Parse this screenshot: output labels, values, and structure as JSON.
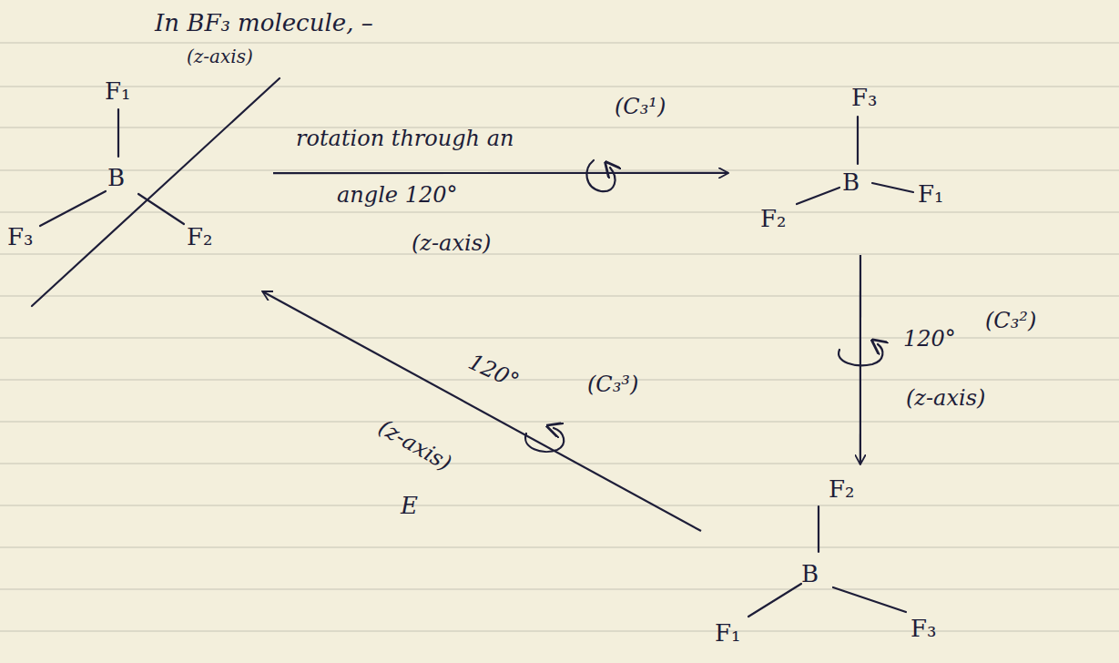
{
  "diagram": {
    "title": "In BF₃ molecule, –",
    "nodes": [
      {
        "text": [
          "F₁",
          "B",
          "F₃",
          "F₂"
        ]
      },
      {
        "text": [
          "F₃",
          "B",
          "F₂",
          "F₁"
        ]
      },
      {
        "text": [
          "F₂",
          "B",
          "F₁",
          "F₃"
        ]
      }
    ],
    "edges": [
      {
        "from": 0,
        "to": 1,
        "arrow": "to",
        "label": "rotation through an"
      },
      {
        "from": 1,
        "to": 2,
        "arrow": "to",
        "label": "120°"
      },
      {
        "from": 2,
        "to": 0,
        "arrow": "to",
        "label": "120°"
      }
    ],
    "labels": [
      "(z-axis)",
      "(C₃¹)",
      "angle 120°",
      "(z-axis)",
      "(C₃²)",
      "(z-axis)",
      "(C₃³)",
      "(z-axis)",
      "E"
    ]
  }
}
